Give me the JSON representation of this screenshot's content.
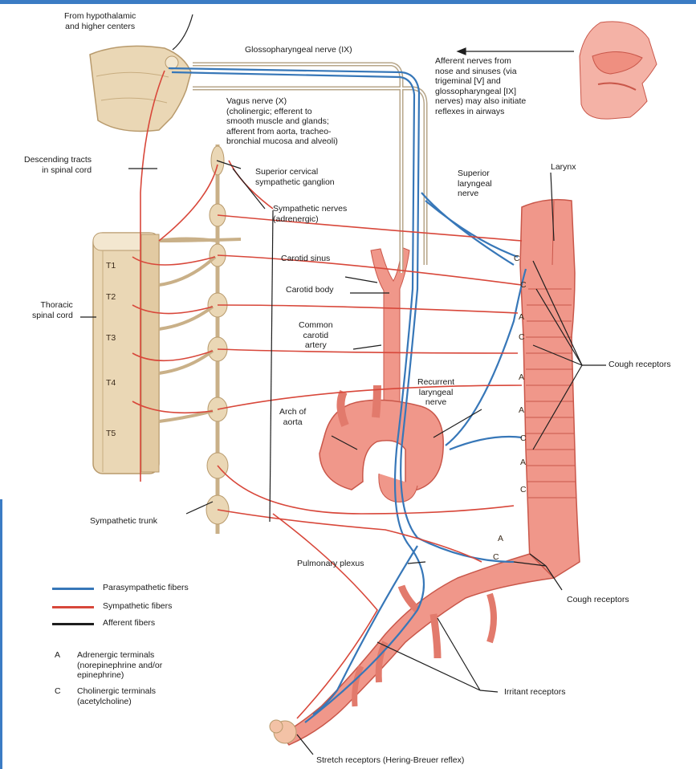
{
  "colors": {
    "accent_bar": "#3b7cc4",
    "parasympathetic": "#3777b8",
    "sympathetic": "#d8473a",
    "afferent": "#1e1e1e",
    "organ_fill": "#f0978a",
    "organ_stroke": "#c9574a",
    "bone_fill": "#ead7b5",
    "bone_stroke": "#b89a6c"
  },
  "labels": {
    "hypothalamic": "From hypothalamic\nand higher centers",
    "glossopharyngeal": "Glossopharyngeal nerve (IX)",
    "afferent_nose": "Afferent nerves from\nnose and sinuses (via\ntrigeminal [V] and\nglossopharyngeal [IX]\nnerves) may also initiate\nreflexes in airways",
    "vagus": "Vagus nerve (X)\n(cholinergic; efferent to\nsmooth muscle and glands;\nafferent from aorta, tracheo-\nbronchial mucosa and alveoli)",
    "descending": "Descending tracts\nin spinal cord",
    "superior_cervical": "Superior cervical\nsympathetic ganglion",
    "superior_laryngeal": "Superior\nlaryngeal\nnerve",
    "larynx": "Larynx",
    "sympathetic_nerves": "Sympathetic nerves\n(adrenergic)",
    "carotid_sinus": "Carotid sinus",
    "carotid_body": "Carotid body",
    "common_carotid": "Common\ncarotid\nartery",
    "thoracic_cord": "Thoracic\nspinal cord",
    "cough_receptors_1": "Cough receptors",
    "recurrent_laryngeal": "Recurrent\nlaryngeal\nnerve",
    "arch_aorta": "Arch of\naorta",
    "sympathetic_trunk": "Sympathetic trunk",
    "pulmonary_plexus": "Pulmonary plexus",
    "cough_receptors_2": "Cough receptors",
    "irritant_receptors": "Irritant receptors",
    "stretch_receptors": "Stretch receptors (Hering-Breuer reflex)"
  },
  "thoracic_levels": [
    "T1",
    "T2",
    "T3",
    "T4",
    "T5"
  ],
  "legend": {
    "items": [
      {
        "label": "Parasympathetic fibers",
        "color": "#3777b8"
      },
      {
        "label": "Sympathetic fibers",
        "color": "#d8473a"
      },
      {
        "label": "Afferent fibers",
        "color": "#1e1e1e"
      }
    ],
    "terminals": [
      {
        "key": "A",
        "text": "Adrenergic terminals\n(norepinephrine and/or\nepinephrine)"
      },
      {
        "key": "C",
        "text": "Cholinergic terminals\n(acetylcholine)"
      }
    ]
  },
  "trachea_markers": [
    "C",
    "C",
    "A",
    "C",
    "A",
    "A",
    "C",
    "A",
    "C",
    "A",
    "C"
  ]
}
